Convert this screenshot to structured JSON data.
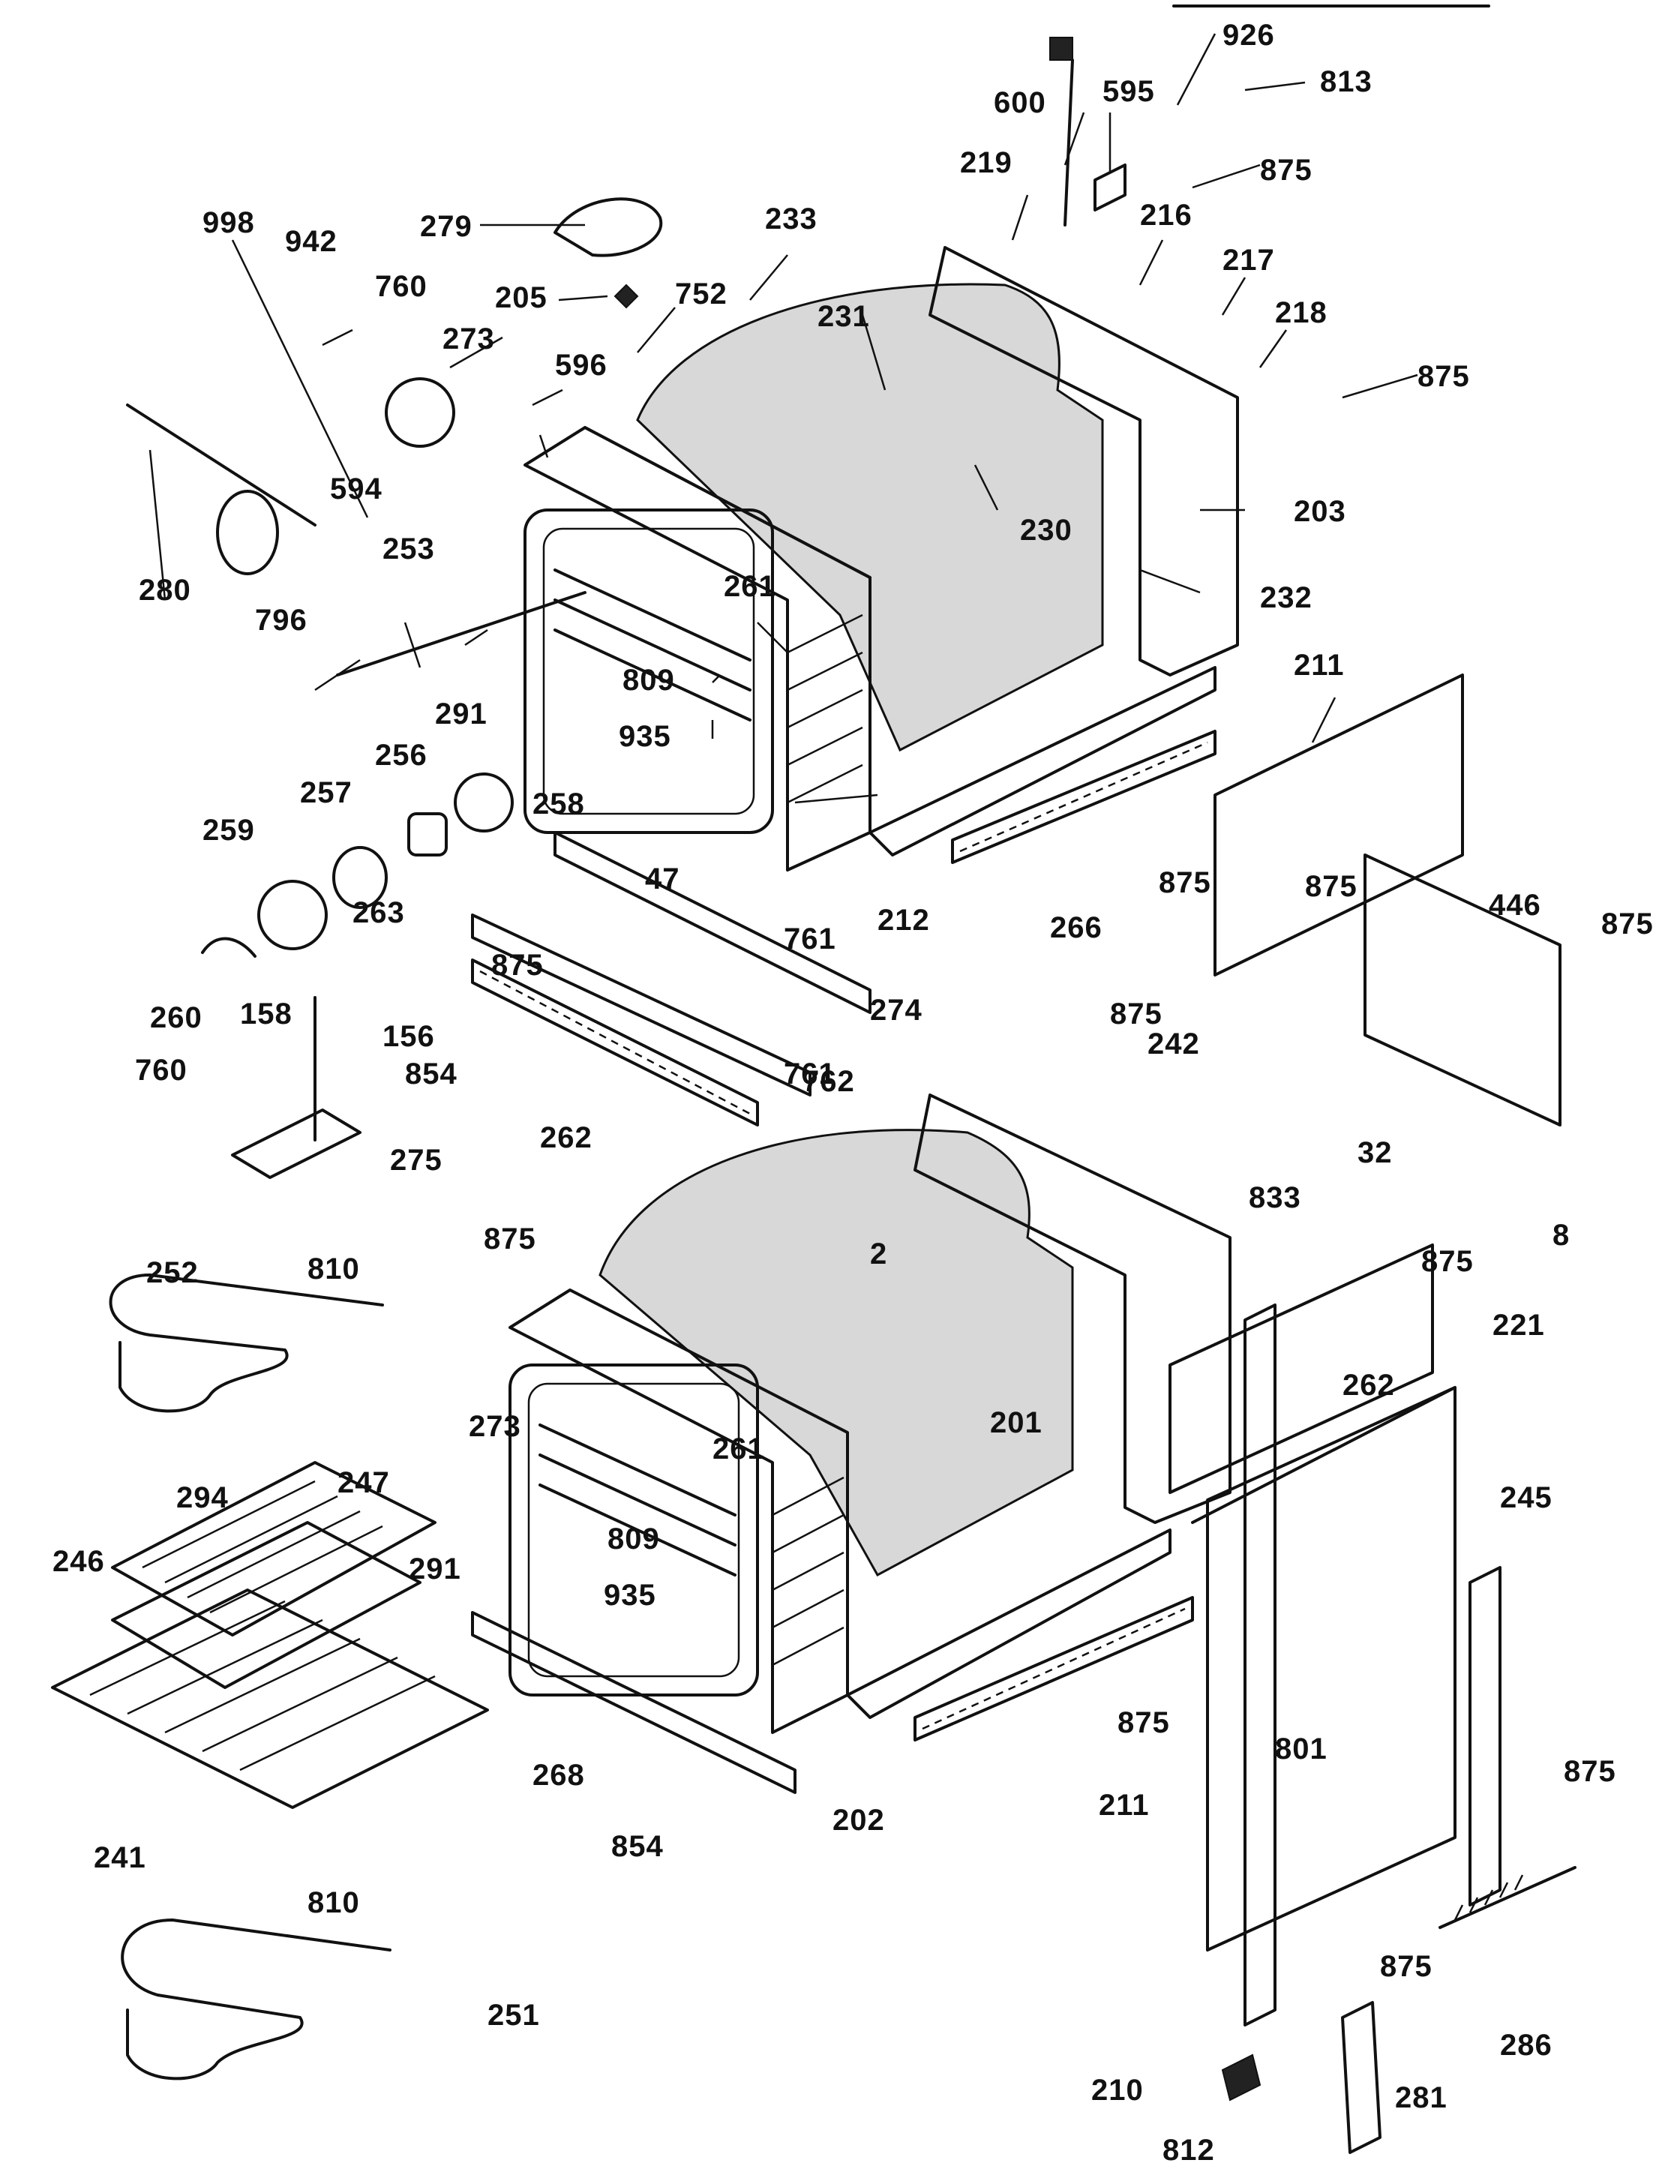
{
  "diagram": {
    "callouts": [
      "926",
      "813",
      "600",
      "595",
      "875",
      "219",
      "216",
      "217",
      "218",
      "279",
      "233",
      "231",
      "205",
      "752",
      "998",
      "942",
      "760",
      "273",
      "596",
      "594",
      "230",
      "203",
      "280",
      "253",
      "261",
      "232",
      "796",
      "291",
      "809",
      "211",
      "935",
      "256",
      "257",
      "258",
      "259",
      "47",
      "263",
      "761",
      "274",
      "212",
      "266",
      "260",
      "158",
      "156",
      "854",
      "762",
      "242",
      "32",
      "833",
      "446",
      "8",
      "262",
      "275",
      "2",
      "252",
      "810",
      "201",
      "221",
      "294",
      "247",
      "246",
      "245",
      "241",
      "268",
      "202",
      "801",
      "251",
      "286",
      "210",
      "281",
      "812"
    ]
  }
}
